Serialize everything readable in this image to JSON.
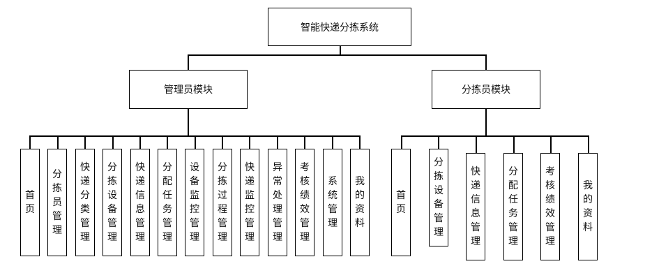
{
  "root": {
    "label": "智能快递分拣系统"
  },
  "admin": {
    "label": "管理员模块",
    "items": [
      "首页",
      "分拣员管理",
      "快递分类管理",
      "分拣设备管理",
      "快递信息管理",
      "分配任务管理",
      "设备监控管理",
      "分拣过程管理",
      "快递监控管理",
      "异常处理管理",
      "考核绩效管理",
      "系统管理",
      "我的资料"
    ]
  },
  "sorter": {
    "label": "分拣员模块",
    "items": [
      "首页",
      "分拣设备管理",
      "快递信息管理",
      "分配任务管理",
      "考核绩效管理",
      "我的资料"
    ]
  }
}
